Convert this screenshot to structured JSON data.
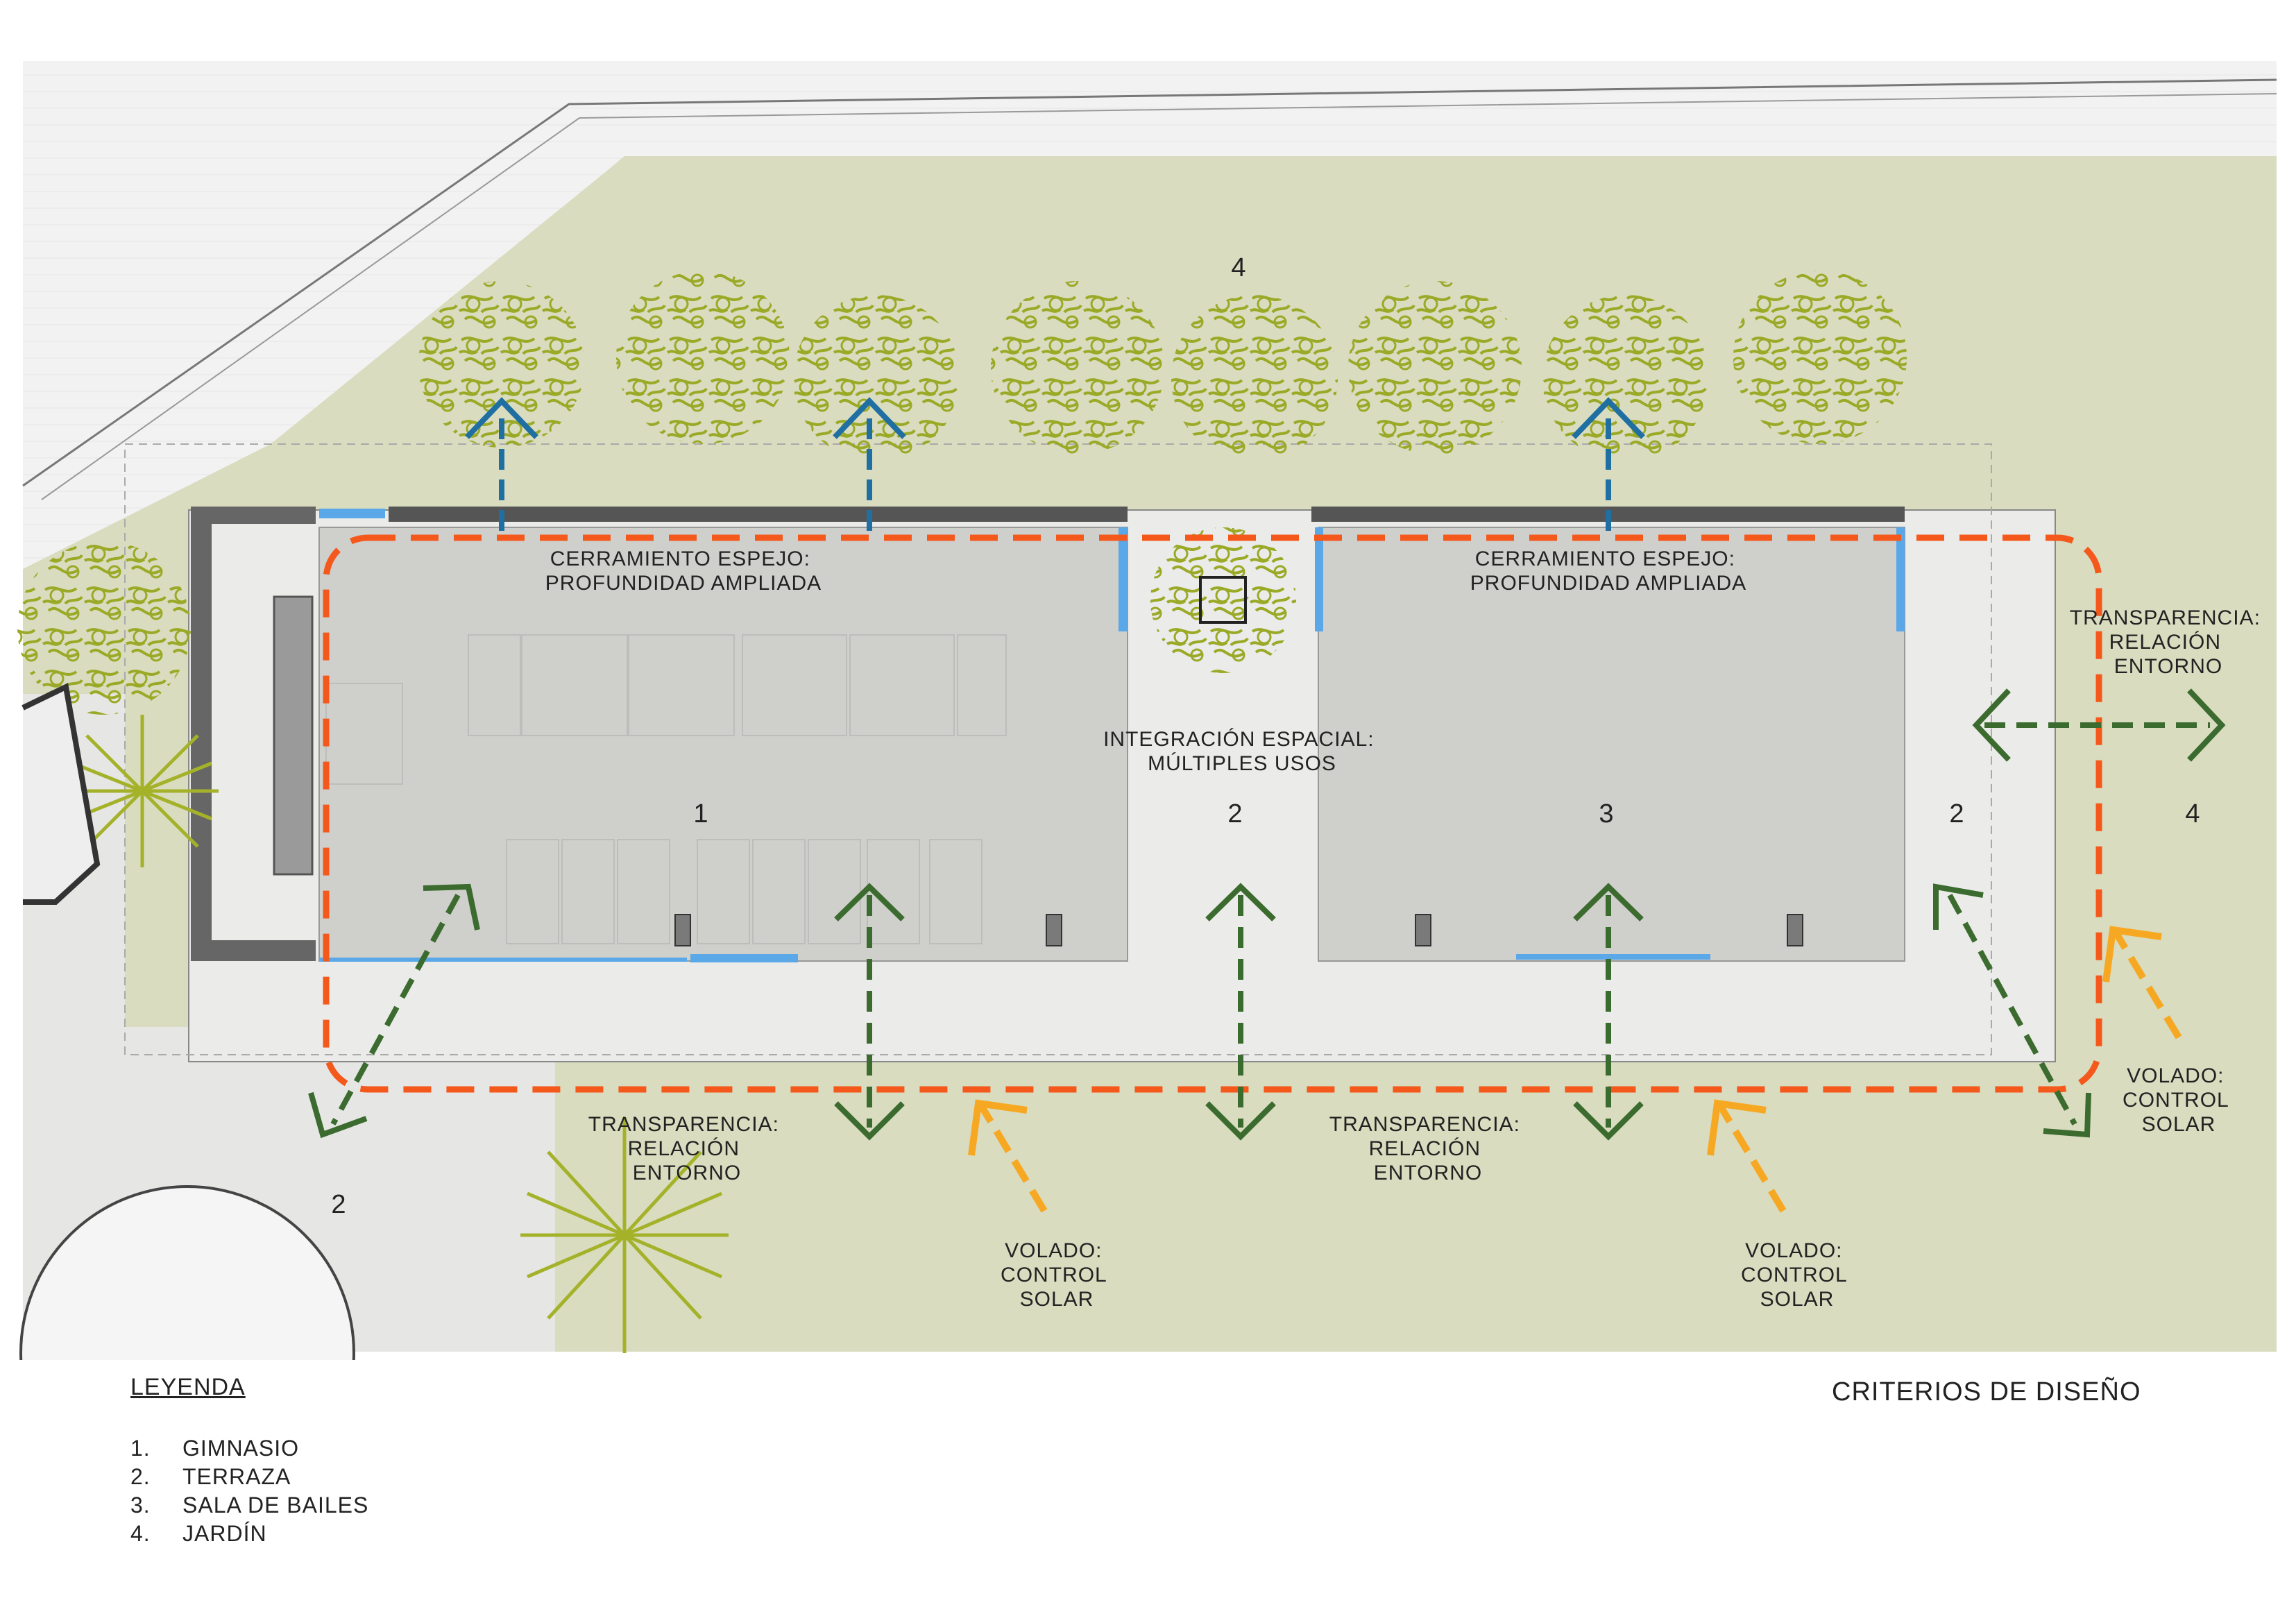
{
  "colors": {
    "garden": "#d9dcbf",
    "road": "#f1f1f1",
    "terrace": "#e8e8e6",
    "interior": "#cfcfcc",
    "wall": "#666666",
    "glass": "#5aa8e8",
    "outline_orange": "#f4581b",
    "arrow_green": "#3b6b2e",
    "arrow_blue": "#1f6fa3",
    "arrow_yellow": "#f7a823",
    "tree": "#9aa926"
  },
  "zones": [
    {
      "id": "z4-top",
      "label": "4"
    },
    {
      "id": "z1",
      "label": "1"
    },
    {
      "id": "z2-mid",
      "label": "2"
    },
    {
      "id": "z3",
      "label": "3"
    },
    {
      "id": "z2-right",
      "label": "2"
    },
    {
      "id": "z4-right",
      "label": "4"
    },
    {
      "id": "z2-left",
      "label": "2"
    }
  ],
  "criteria": {
    "mirror_left": [
      "CERRAMIENTO ESPEJO:",
      "PROFUNDIDAD AMPLIADA"
    ],
    "mirror_right": [
      "CERRAMIENTO ESPEJO:",
      "PROFUNDIDAD AMPLIADA"
    ],
    "transparency_right": [
      "TRANSPARENCIA:",
      "RELACIÓN",
      "ENTORNO"
    ],
    "integration": [
      "INTEGRACIÓN ESPACIAL:",
      "MÚLTIPLES USOS"
    ],
    "transparency_left": [
      "TRANSPARENCIA:",
      "RELACIÓN",
      "ENTORNO"
    ],
    "transparency_mid": [
      "TRANSPARENCIA:",
      "RELACIÓN",
      "ENTORNO"
    ],
    "volado_1": [
      "VOLADO:",
      "CONTROL",
      "SOLAR"
    ],
    "volado_2": [
      "VOLADO:",
      "CONTROL",
      "SOLAR"
    ],
    "volado_3": [
      "VOLADO:",
      "CONTROL",
      "SOLAR"
    ]
  },
  "legend": {
    "title": "LEYENDA",
    "items": [
      {
        "num": "1.",
        "label": "GIMNASIO"
      },
      {
        "num": "2.",
        "label": "TERRAZA"
      },
      {
        "num": "3.",
        "label": "SALA DE BAILES"
      },
      {
        "num": "4.",
        "label": "JARDÍN"
      }
    ]
  },
  "sheet_title": "CRITERIOS DE DISEÑO"
}
